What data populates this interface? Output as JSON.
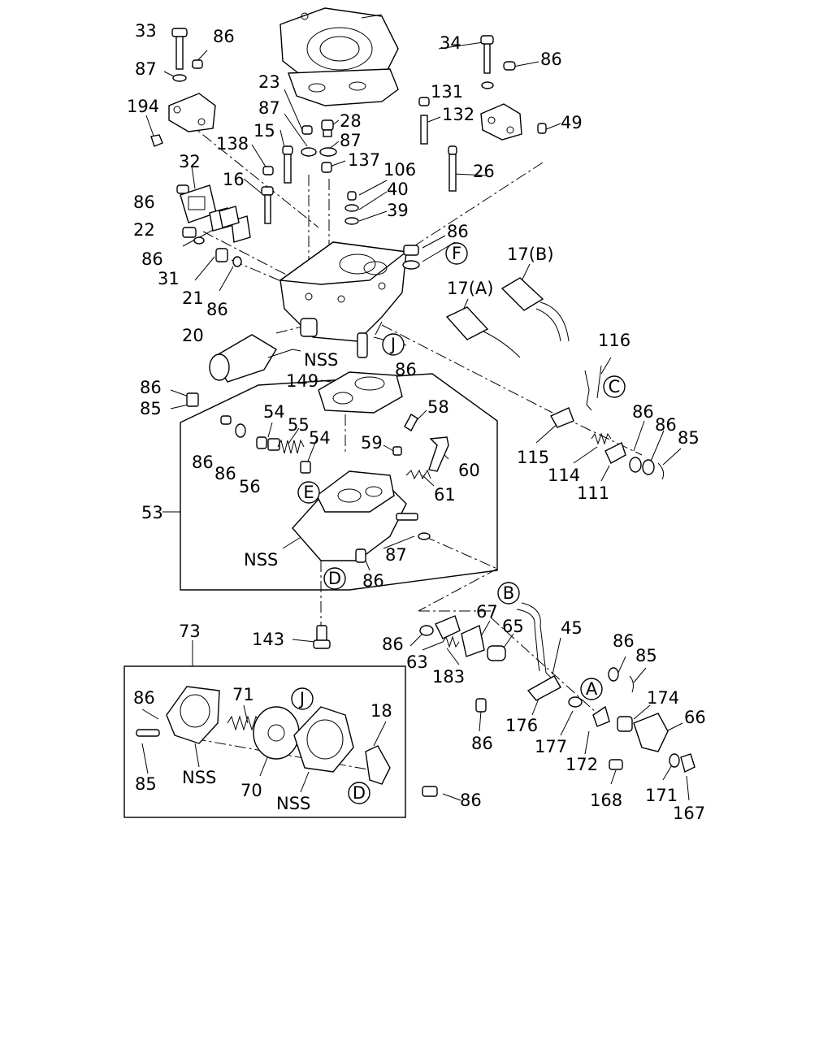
{
  "labels": {
    "p33": "33",
    "p86a": "86",
    "p87a": "87",
    "p194": "194",
    "p23": "23",
    "p87b": "87",
    "p28": "28",
    "p15": "15",
    "p87c": "87",
    "p138": "138",
    "p137": "137",
    "p34": "34",
    "p86b": "86",
    "p131": "131",
    "p132": "132",
    "p49": "49",
    "p32": "32",
    "p86c": "86",
    "p16": "16",
    "p106": "106",
    "p26": "26",
    "p40": "40",
    "p39": "39",
    "p22": "22",
    "p86d": "86",
    "p86e": "86",
    "p31": "31",
    "p21": "21",
    "p86f": "86",
    "p17b": "17(B)",
    "p17a": "17(A)",
    "p20": "20",
    "nss1": "NSS",
    "p86g": "86",
    "p149": "149",
    "p116": "116",
    "p86h": "86",
    "p85a": "85",
    "p58": "58",
    "p54a": "54",
    "p55": "55",
    "p54b": "54",
    "p59": "59",
    "p86i": "86",
    "p86j": "86",
    "p56": "56",
    "p60": "60",
    "p61": "61",
    "p86k": "86",
    "p86l": "86",
    "p85b": "85",
    "p115": "115",
    "p114": "114",
    "p111": "111",
    "p53": "53",
    "nss2": "NSS",
    "p87d": "87",
    "p86m": "86",
    "p67": "67",
    "p65": "65",
    "p45": "45",
    "p73": "73",
    "p143": "143",
    "p86n": "86",
    "p63": "63",
    "p183": "183",
    "p86o": "86",
    "p85c": "85",
    "p71": "71",
    "p86p": "86",
    "p18": "18",
    "p174": "174",
    "p66": "66",
    "p176": "176",
    "p177": "177",
    "p172": "172",
    "p85d": "85",
    "nss3": "NSS",
    "p70": "70",
    "nss4": "NSS",
    "p86q": "86",
    "p86r": "86",
    "p168": "168",
    "p171": "171",
    "p167": "167"
  },
  "callouts": {
    "F": "F",
    "J1": "J",
    "C": "C",
    "E": "E",
    "D1": "D",
    "B": "B",
    "A": "A",
    "J2": "J",
    "D2": "D"
  }
}
